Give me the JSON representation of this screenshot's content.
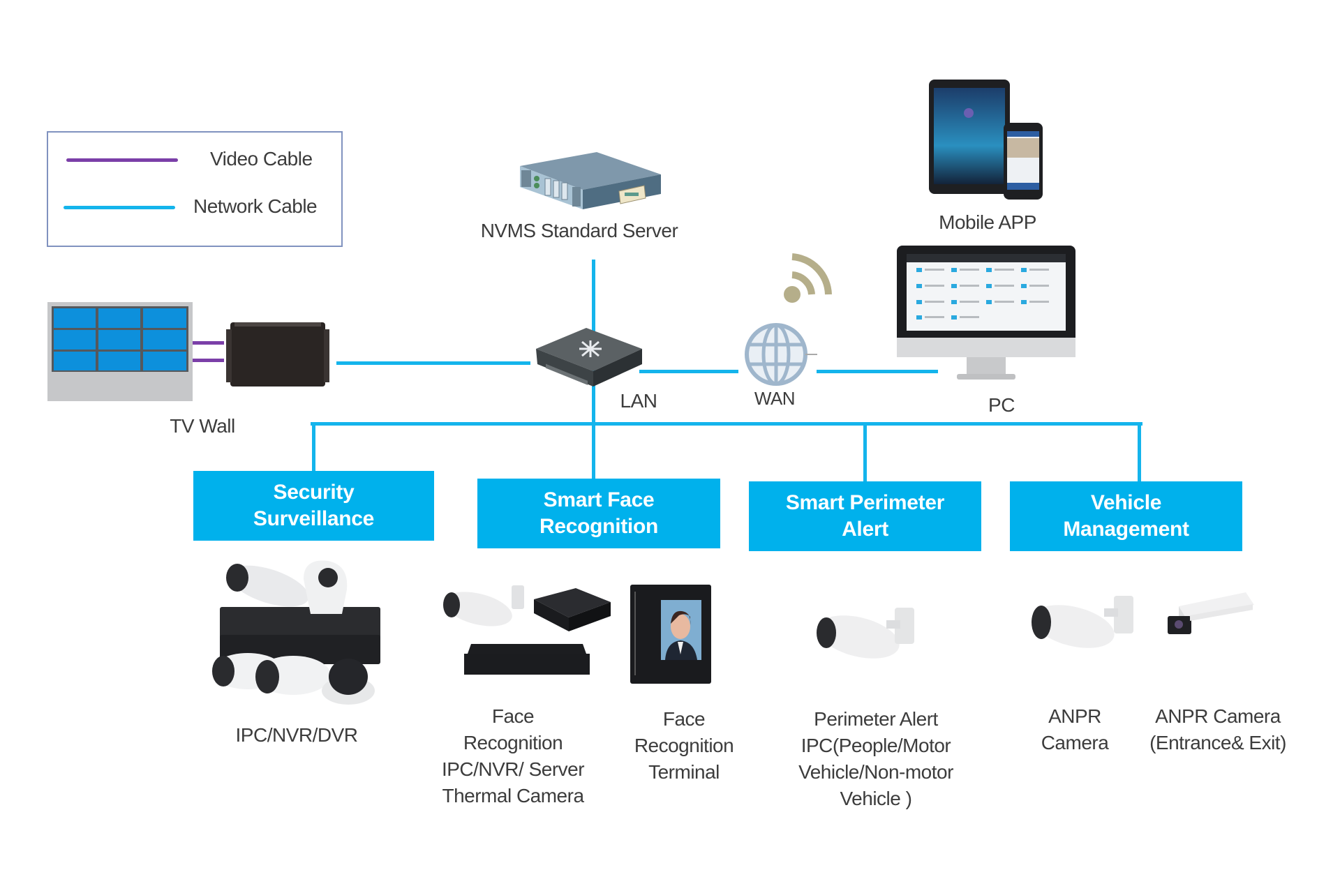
{
  "legend": {
    "items": [
      {
        "label": "Video Cable",
        "color": "#7b3fa8"
      },
      {
        "label": "Network Cable",
        "color": "#14b4ec"
      }
    ]
  },
  "nodes": {
    "server": {
      "label": "NVMS Standard  Server"
    },
    "mobile": {
      "label": "Mobile APP"
    },
    "pc": {
      "label": "PC"
    },
    "tv_wall": {
      "label": "TV Wall"
    },
    "lan": {
      "label": "LAN"
    },
    "wan": {
      "label": "WAN"
    }
  },
  "categories": [
    {
      "title_line1": "Security",
      "title_line2": "Surveillance",
      "devices": [
        {
          "lines": [
            "IPC/NVR/DVR"
          ]
        }
      ]
    },
    {
      "title_line1": "Smart Face",
      "title_line2": "Recognition",
      "devices": [
        {
          "lines": [
            "Face",
            "Recognition",
            "IPC/NVR/ Server",
            "Thermal Camera"
          ]
        },
        {
          "lines": [
            "Face",
            "Recognition",
            "Terminal"
          ]
        }
      ]
    },
    {
      "title_line1": "Smart Perimeter",
      "title_line2": "Alert",
      "devices": [
        {
          "lines": [
            "Perimeter Alert",
            "IPC(People/Motor",
            "Vehicle/Non-motor",
            "Vehicle )"
          ]
        }
      ]
    },
    {
      "title_line1": "Vehicle",
      "title_line2": "Management",
      "devices": [
        {
          "lines": [
            "ANPR",
            "Camera"
          ]
        },
        {
          "lines": [
            "ANPR Camera",
            "(Entrance& Exit)"
          ]
        }
      ]
    }
  ],
  "colors": {
    "network_cable": "#14b4ec",
    "video_cable": "#7b3fa8",
    "category_box": "#00b1ec",
    "category_text": "#ffffff",
    "label_text": "#3c3c3c"
  }
}
